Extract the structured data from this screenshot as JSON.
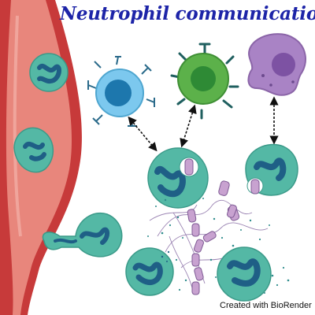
{
  "title": "Neutrophil communication",
  "credit": "Created with BioRender",
  "colors": {
    "title": "#1d24a8",
    "vessel_wall": "#c73a3a",
    "vessel_lumen": "#e8867c",
    "neutrophil_body": "#54b8a5",
    "neutrophil_nucleus": "#1f5f86",
    "b_cell": "#7cc8ee",
    "t_cell": "#5cb14a",
    "macrophage": "#a983c5",
    "net_fiber": "#8a6fa6",
    "arrow": "#111111"
  },
  "icons": [
    "blood-vessel",
    "neutrophil",
    "b-cell",
    "t-cell",
    "macrophage",
    "neutrophil-extracellular-trap",
    "bidirectional-arrow"
  ]
}
